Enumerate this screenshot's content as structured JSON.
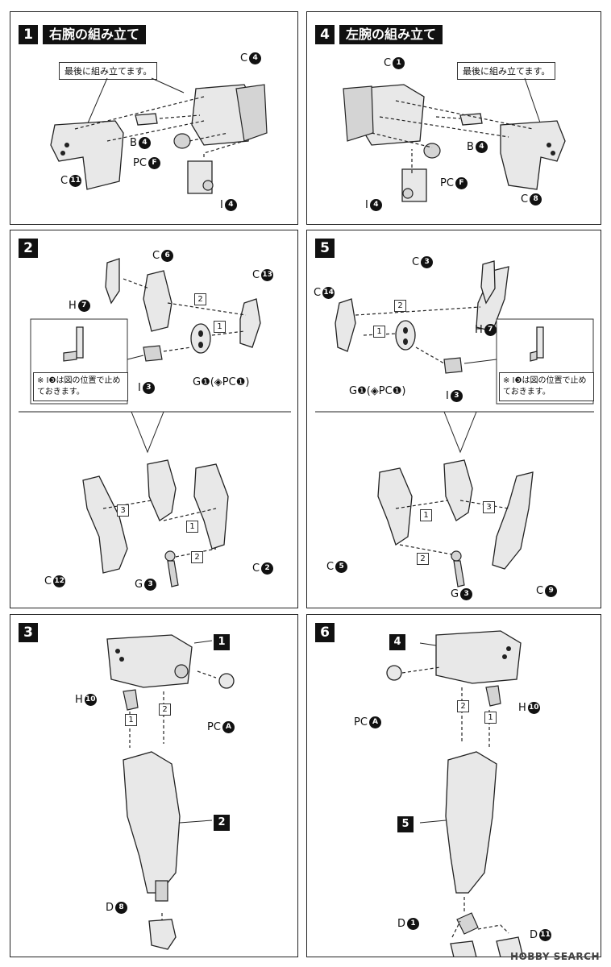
{
  "steps": [
    {
      "num": "1",
      "title": "右腕の組み立て",
      "callout": "最後に組み立てます。",
      "labels": {
        "c4": "C",
        "c4n": "4",
        "b4": "B",
        "b4n": "4",
        "pcf": "PC",
        "pcfn": "F",
        "c11": "C",
        "c11n": "11",
        "i4": "I",
        "i4n": "4"
      }
    },
    {
      "num": "4",
      "title": "左腕の組み立て",
      "callout": "最後に組み立てます。",
      "labels": {
        "c1": "C",
        "c1n": "1",
        "b4": "B",
        "b4n": "4",
        "pcf": "PC",
        "pcfn": "F",
        "c8": "C",
        "c8n": "8",
        "i4": "I",
        "i4n": "4"
      }
    },
    {
      "num": "2",
      "note": "※ I❸は図の位置で止めておきます。",
      "labels": {
        "c6": "C",
        "c6n": "6",
        "c13": "C",
        "c13n": "13",
        "h7": "H",
        "h7n": "7",
        "i3": "I",
        "i3n": "3",
        "g1": "G❶(◈PC❶)",
        "c12": "C",
        "c12n": "12",
        "g3": "G",
        "g3n": "3",
        "c2": "C",
        "c2n": "2"
      },
      "order": [
        "2",
        "1",
        "3",
        "1",
        "2"
      ]
    },
    {
      "num": "5",
      "note": "※ I❸は図の位置で止めておきます。",
      "labels": {
        "c3": "C",
        "c3n": "3",
        "c14": "C",
        "c14n": "14",
        "h7": "H",
        "h7n": "7",
        "i3": "I",
        "i3n": "3",
        "g1": "G❶(◈PC❶)",
        "c5": "C",
        "c5n": "5",
        "g3": "G",
        "g3n": "3",
        "c9": "C",
        "c9n": "9"
      },
      "order": [
        "2",
        "1",
        "3",
        "1",
        "2"
      ]
    },
    {
      "num": "3",
      "labels": {
        "h10": "H",
        "h10n": "10",
        "pca": "PC",
        "pcan": "A",
        "d8": "D",
        "d8n": "8"
      },
      "boxes": [
        "1",
        "2"
      ],
      "order": [
        "1",
        "2"
      ]
    },
    {
      "num": "6",
      "labels": {
        "h10": "H",
        "h10n": "10",
        "pca": "PC",
        "pcan": "A",
        "d1": "D",
        "d1n": "1",
        "d11": "D",
        "d11n": "11"
      },
      "boxes": [
        "4",
        "5"
      ],
      "order": [
        "2",
        "1"
      ]
    }
  ],
  "watermark": "HOBBY SEARCH"
}
